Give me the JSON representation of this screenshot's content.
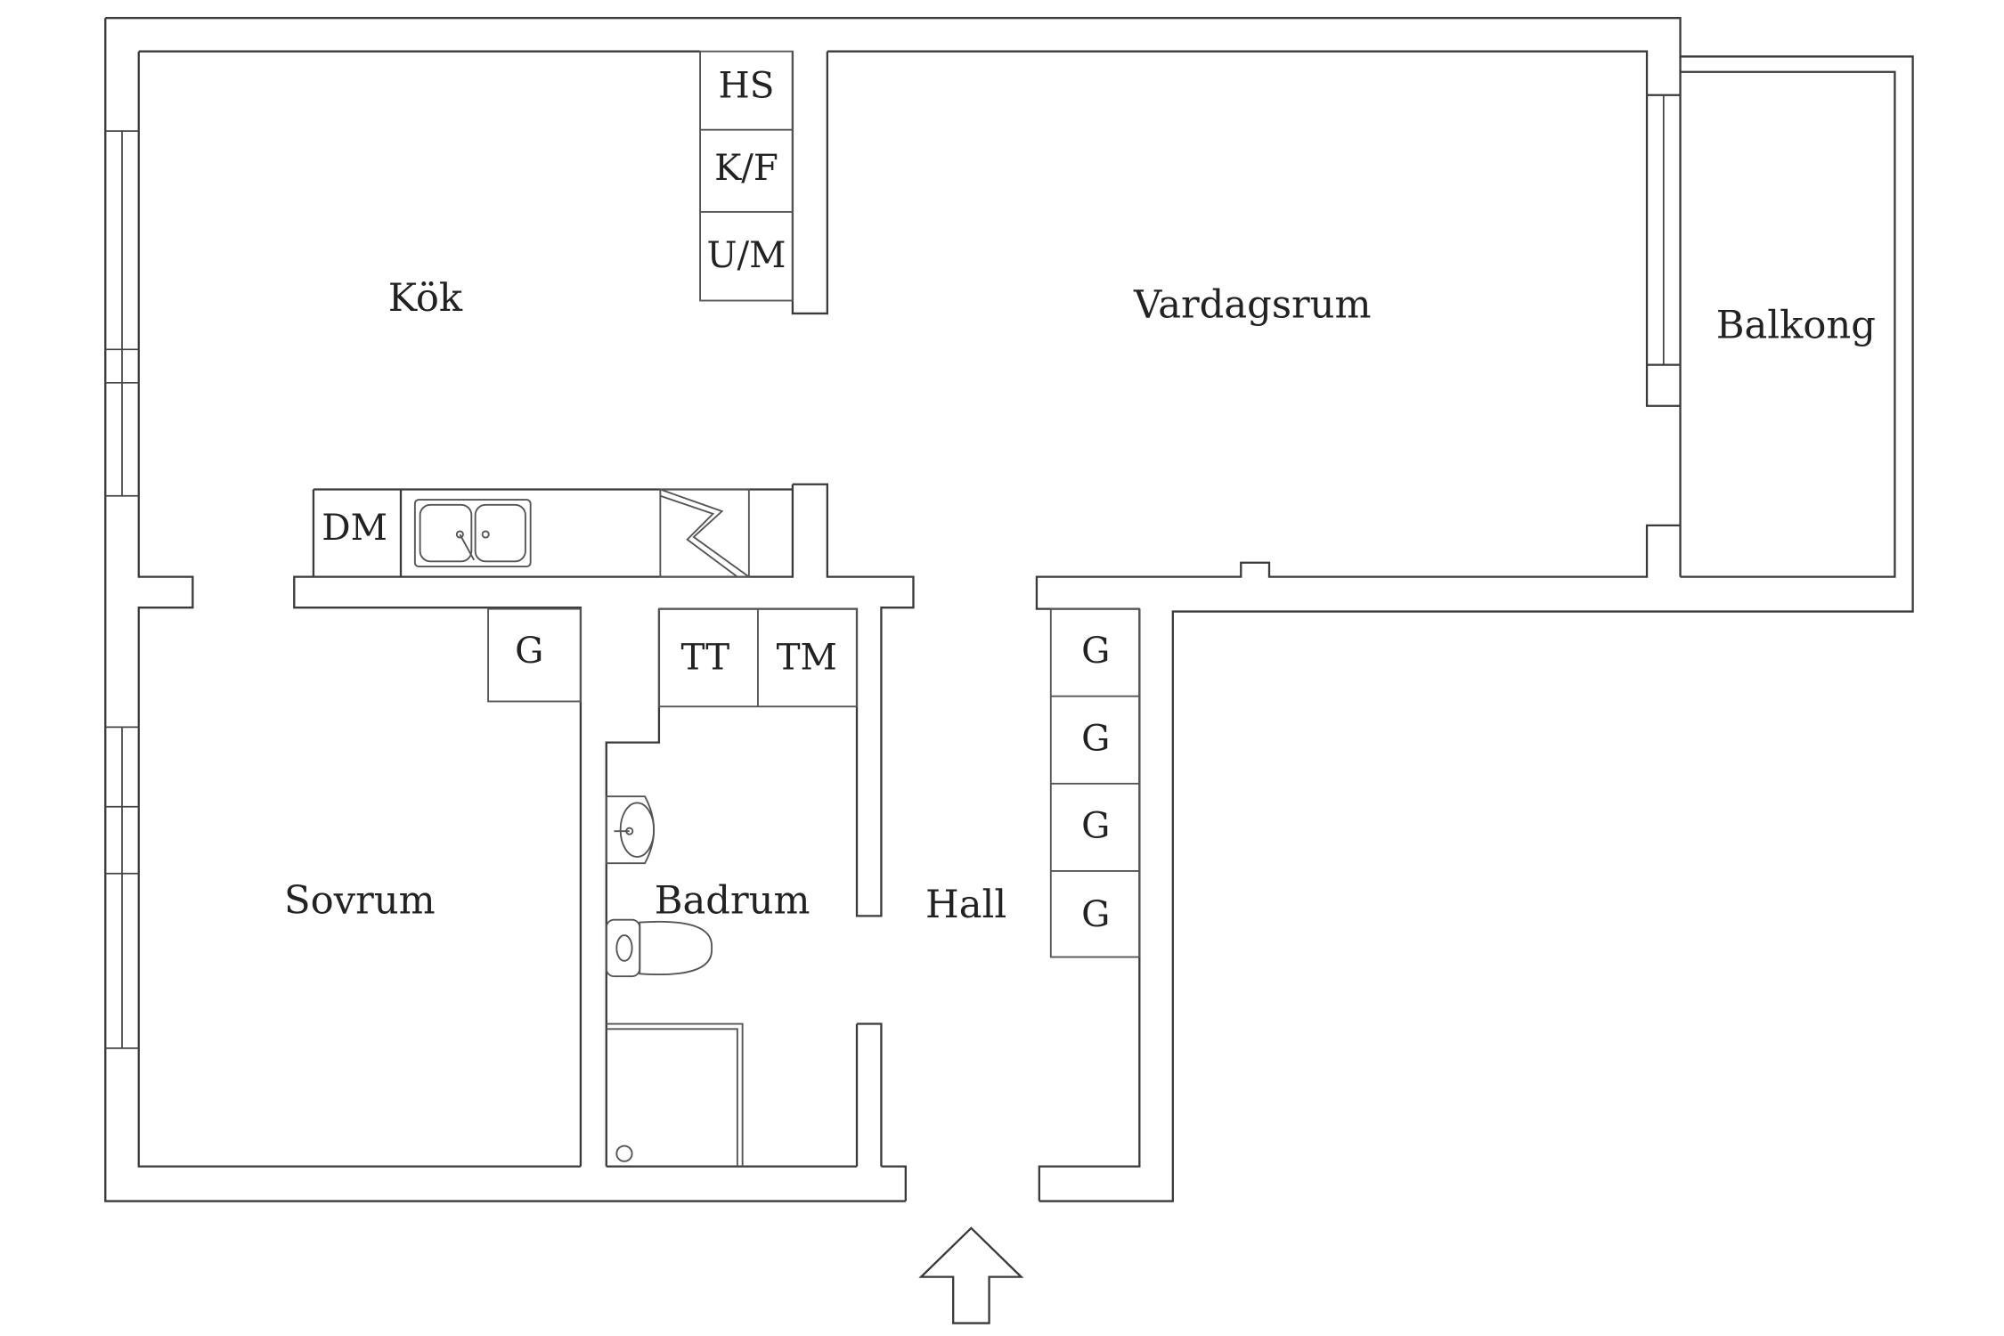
{
  "rooms": {
    "kok": "Kök",
    "vardagsrum": "Vardagsrum",
    "balkong": "Balkong",
    "sovrum": "Sovrum",
    "badrum": "Badrum",
    "hall": "Hall"
  },
  "fixtures": {
    "hs": "HS",
    "kf": "K/F",
    "um": "U/M",
    "dm": "DM",
    "g_sovrum": "G",
    "tt": "TT",
    "tm": "TM",
    "g_hall_1": "G",
    "g_hall_2": "G",
    "g_hall_3": "G",
    "g_hall_4": "G"
  },
  "icons": {
    "sink": "kitchen-sink-icon",
    "stove": "stove-icon",
    "washbasin": "washbasin-icon",
    "toilet": "toilet-icon",
    "shower": "shower-icon",
    "entrance": "entrance-arrow-icon"
  }
}
